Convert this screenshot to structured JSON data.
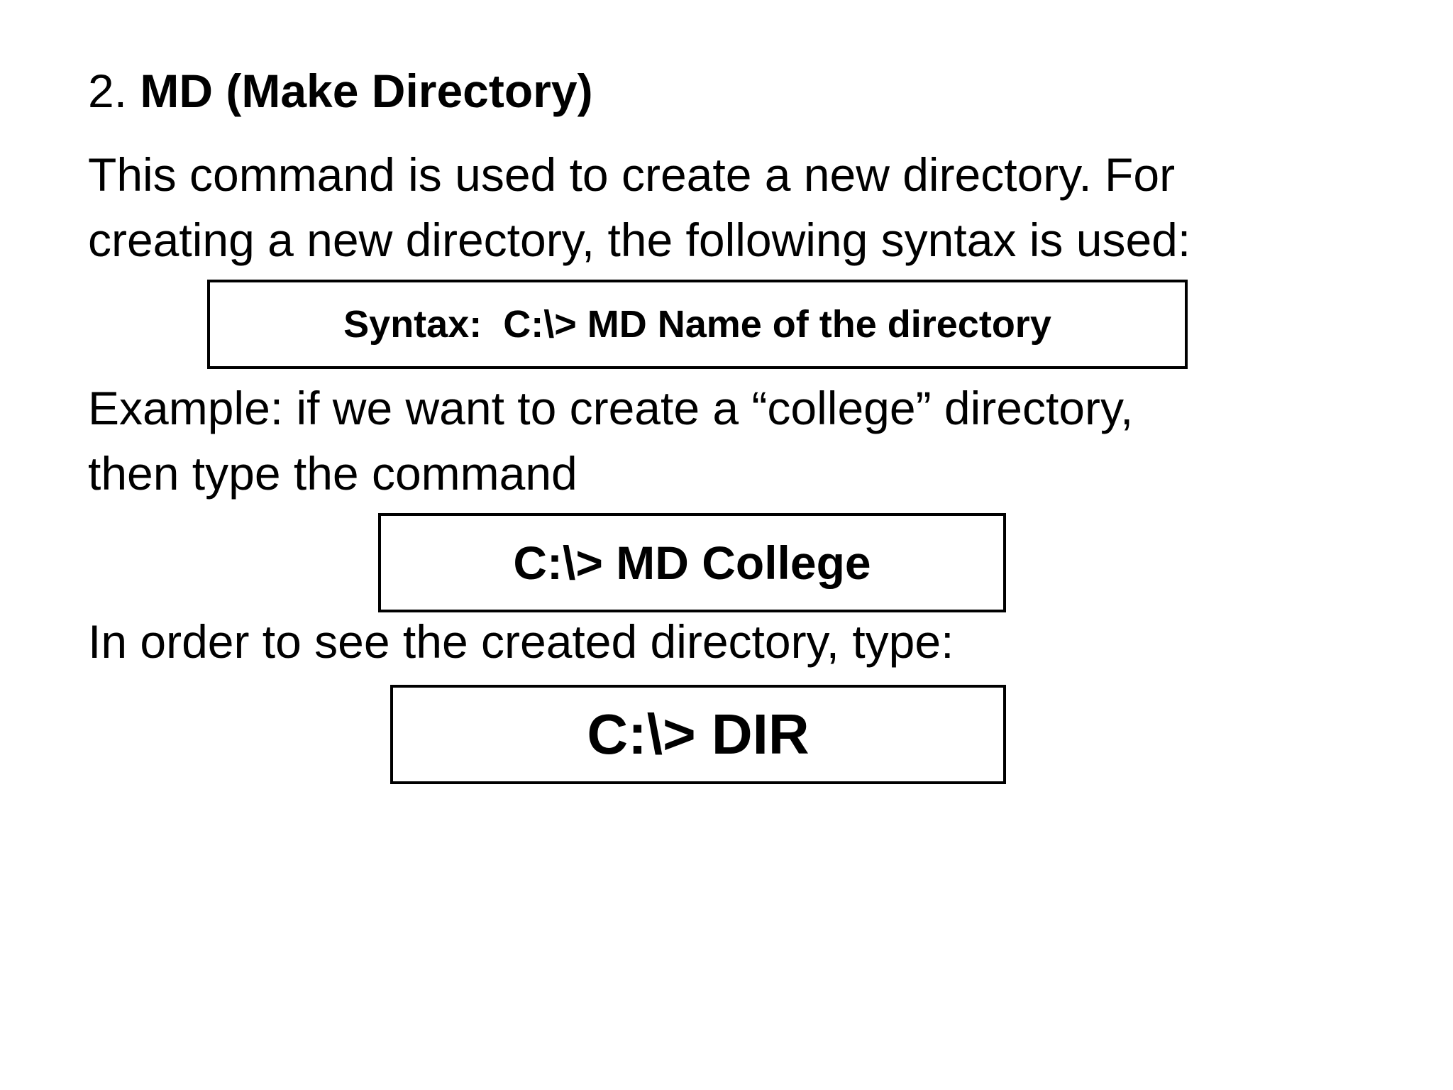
{
  "heading": {
    "number": "2.",
    "title": "MD (Make Directory)"
  },
  "paragraphs": {
    "intro_line1": "This command is used to create a new directory. For",
    "intro_line2": "creating a new directory, the following syntax is used:",
    "example_line1": "Example: if we want to create a “college” directory,",
    "example_line2": "then type the command",
    "see_line": "In order to see the created directory, type:"
  },
  "boxes": {
    "syntax": "Syntax:  C:\\> MD Name of the directory",
    "example_command": "C:\\> MD College",
    "dir_command": "C:\\> DIR"
  }
}
